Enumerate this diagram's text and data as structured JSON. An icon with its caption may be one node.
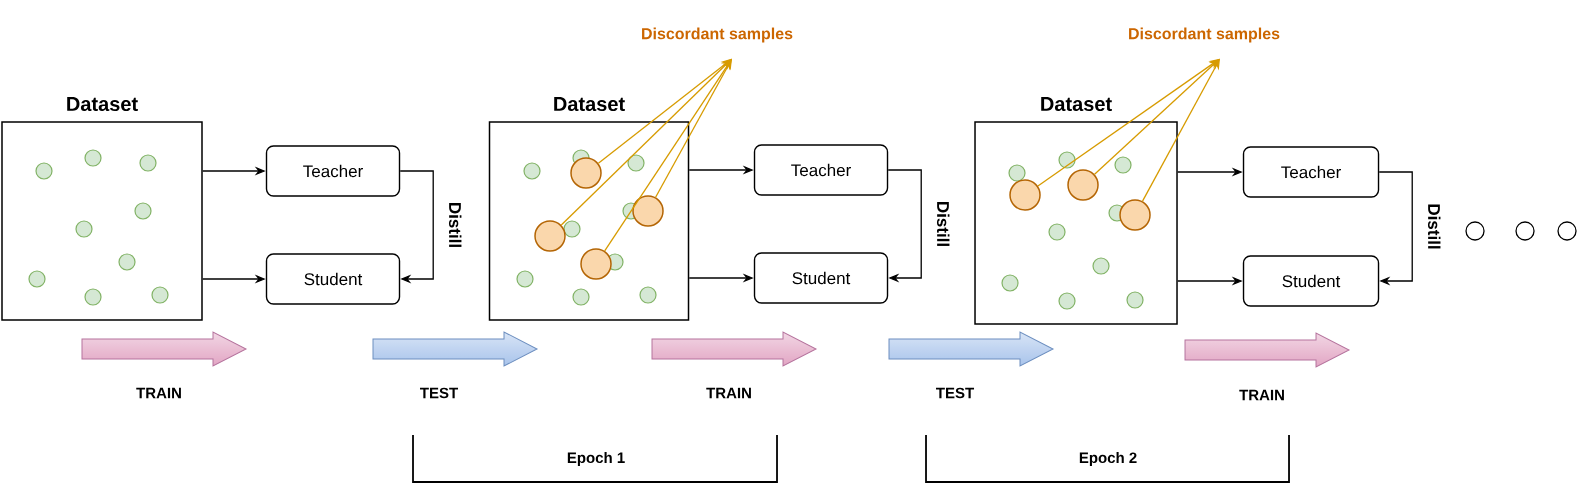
{
  "diagram": {
    "nodes": [
      {
        "text": [
          "Dataset"
        ]
      },
      {
        "text": [
          "Teacher"
        ]
      },
      {
        "text": [
          "Student"
        ]
      },
      {
        "text": [
          "Discordant samples"
        ]
      },
      {
        "text": [
          "Dataset"
        ]
      },
      {
        "text": [],
        "shape": "circle",
        "in": 4
      },
      {
        "text": [],
        "shape": "circle",
        "in": 4
      },
      {
        "text": [],
        "shape": "circle",
        "in": 4
      },
      {
        "text": [],
        "shape": "circle",
        "in": 4
      },
      {
        "text": [
          "Teacher"
        ]
      },
      {
        "text": [
          "Student"
        ]
      },
      {
        "text": [
          "Discordant samples"
        ]
      },
      {
        "text": [
          "Dataset"
        ]
      },
      {
        "text": [],
        "shape": "circle",
        "in": 12
      },
      {
        "text": [],
        "shape": "circle",
        "in": 12
      },
      {
        "text": [],
        "shape": "circle",
        "in": 12
      },
      {
        "text": [
          "Teacher"
        ]
      },
      {
        "text": [
          "Student"
        ]
      }
    ],
    "edges": [
      {
        "from": 0,
        "to": 1,
        "arrow": "to"
      },
      {
        "from": 0,
        "to": 2,
        "arrow": "to"
      },
      {
        "from": 1,
        "to": 2,
        "arrow": "to",
        "label": "Distill"
      },
      {
        "from": 5,
        "to": 3,
        "arrow": "to",
        "color": "#d79b00"
      },
      {
        "from": 6,
        "to": 3,
        "arrow": "to",
        "color": "#d79b00"
      },
      {
        "from": 7,
        "to": 3,
        "arrow": "to",
        "color": "#d79b00"
      },
      {
        "from": 8,
        "to": 3,
        "arrow": "to",
        "color": "#d79b00"
      },
      {
        "from": 4,
        "to": 9,
        "arrow": "to"
      },
      {
        "from": 4,
        "to": 10,
        "arrow": "to"
      },
      {
        "from": 9,
        "to": 10,
        "arrow": "to",
        "label": "Distill"
      },
      {
        "from": 13,
        "to": 11,
        "arrow": "to",
        "color": "#d79b00"
      },
      {
        "from": 14,
        "to": 11,
        "arrow": "to",
        "color": "#d79b00"
      },
      {
        "from": 15,
        "to": 11,
        "arrow": "to",
        "color": "#d79b00"
      },
      {
        "from": 12,
        "to": 16,
        "arrow": "to"
      },
      {
        "from": 12,
        "to": 17,
        "arrow": "to"
      },
      {
        "from": 16,
        "to": 17,
        "arrow": "to",
        "label": "Distill"
      }
    ],
    "labels": [
      "TRAIN",
      "TEST",
      "TRAIN",
      "TEST",
      "TRAIN",
      "Epoch 1",
      "Epoch 2"
    ]
  }
}
